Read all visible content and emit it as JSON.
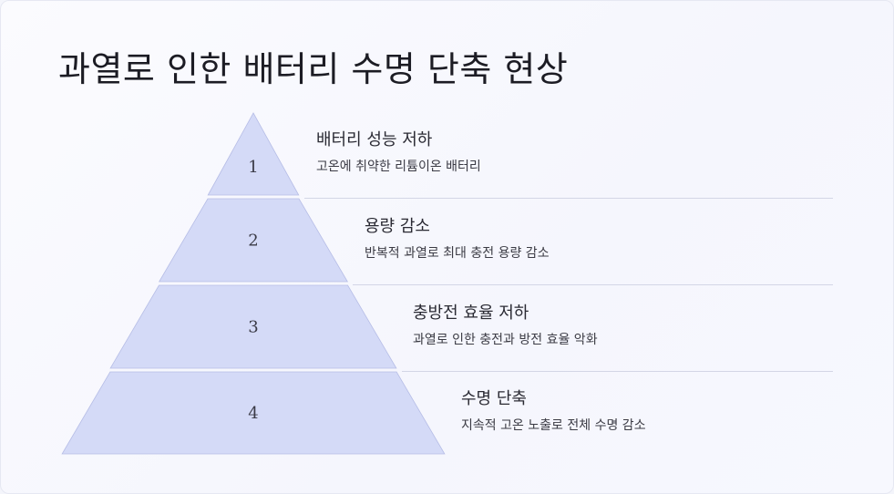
{
  "title": "과열로 인한 배터리 수명 단축 현상",
  "colors": {
    "tier_fill": "#d4daf7",
    "tier_stroke": "#b6bde6",
    "divider": "#d3d6e6",
    "number": "#3a3a46"
  },
  "tiers": [
    {
      "number": "1",
      "heading": "배터리 성능 저하",
      "description": "고온에 취약한 리튬이온 배터리"
    },
    {
      "number": "2",
      "heading": "용량 감소",
      "description": "반복적 과열로 최대 충전 용량 감소"
    },
    {
      "number": "3",
      "heading": "충방전 효율 저하",
      "description": "과열로 인한 충전과 방전 효율 악화"
    },
    {
      "number": "4",
      "heading": "수명 단축",
      "description": "지속적 고온 노출로 전체 수명 감소"
    }
  ]
}
